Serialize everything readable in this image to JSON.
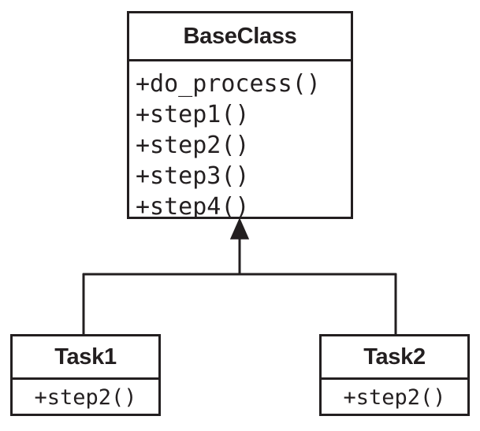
{
  "diagram": {
    "title": "UML Template Method class diagram",
    "type": "uml-class-diagram",
    "background_color": "#ffffff",
    "line_color": "#231f20",
    "text_color": "#231f20"
  },
  "classes": {
    "base": {
      "name": "BaseClass",
      "members": [
        "+do_process()",
        "+step1()",
        "+step2()",
        "+step3()",
        "+step4()"
      ]
    },
    "task1": {
      "name": "Task1",
      "members": [
        "+step2()"
      ]
    },
    "task2": {
      "name": "Task2",
      "members": [
        "+step2()"
      ]
    }
  },
  "relationships": [
    {
      "kind": "generalization",
      "arrow": "hollow-filled-triangle",
      "from": "Task1",
      "to": "BaseClass"
    },
    {
      "kind": "generalization",
      "arrow": "hollow-filled-triangle",
      "from": "Task2",
      "to": "BaseClass"
    }
  ]
}
